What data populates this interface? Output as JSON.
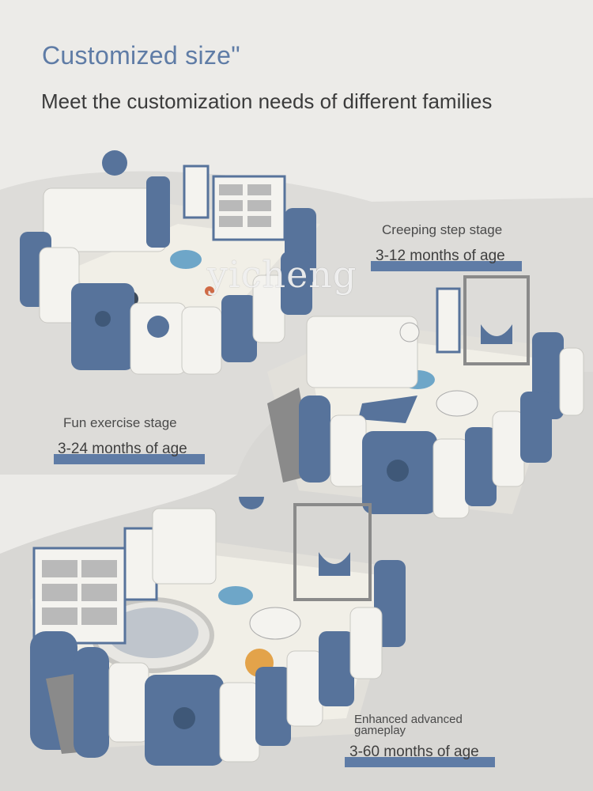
{
  "header": {
    "title": "Customized size\"",
    "subtitle": "Meet the customization needs of different families"
  },
  "watermark": "yicheng",
  "stages": [
    {
      "name": "Creeping step stage",
      "age": "3-12 months of age"
    },
    {
      "name": "Fun exercise stage",
      "age": "3-24 months of age"
    },
    {
      "name": "Enhanced advanced gameplay",
      "age": "3-60 months of age"
    }
  ],
  "colors": {
    "accent": "#5f7ca6",
    "fence_blue": "#57739b",
    "fence_white": "#f4f3ef",
    "background": "#ecebe8",
    "backdrop": "#d9d8d5"
  }
}
